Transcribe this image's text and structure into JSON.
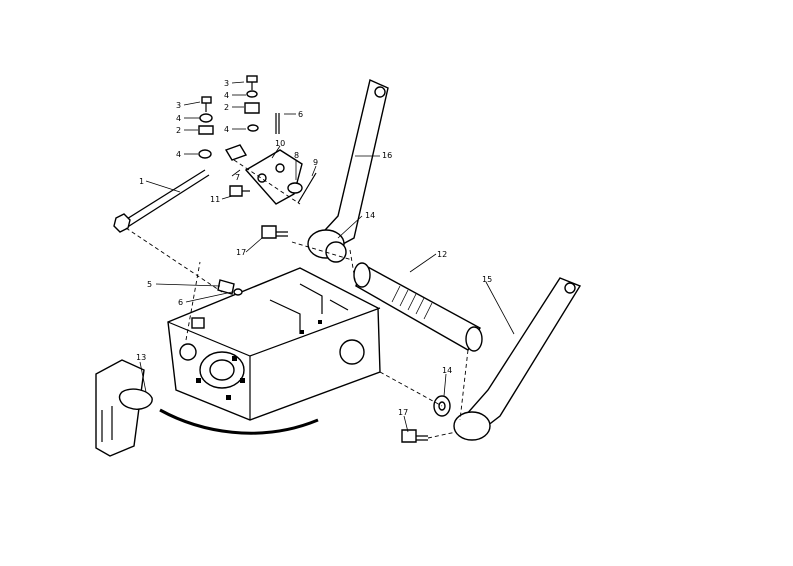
{
  "callouts": {
    "c1": "1",
    "c2a": "2",
    "c2b": "2",
    "c3a": "3",
    "c3b": "3",
    "c4a": "4",
    "c4b": "4",
    "c4c": "4",
    "c4d": "4",
    "c5": "5",
    "c6a": "6",
    "c6b": "6",
    "c7": "7",
    "c8": "8",
    "c9": "9",
    "c10": "10",
    "c11": "11",
    "c12": "12",
    "c13": "13",
    "c14a": "14",
    "c14b": "14",
    "c15": "15",
    "c16": "16",
    "c17a": "17",
    "c17b": "17"
  }
}
